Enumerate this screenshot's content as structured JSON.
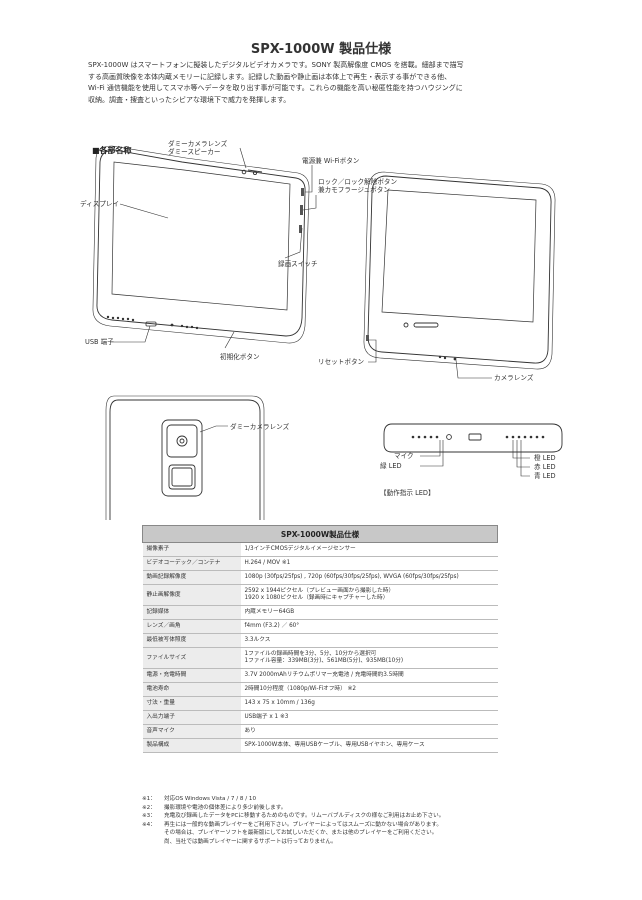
{
  "title": "SPX-1000W 製品仕様",
  "intro": [
    "SPX-1000W はスマートフォンに擬装したデジタルビデオカメラです。SONY 製高解像度 CMOS を搭載。細部まで描写",
    "する高画質映像を本体内蔵メモリーに記録します。記録した動画や静止画は本体上で再生・表示する事ができる他、",
    "Wi-Fi 通信機能を使用してスマホ等へデータを取り出す事が可能です。これらの機能を高い秘匿性能を持つハウジングに",
    "収納。調査・捜査といったシビアな環境下で威力を発揮します。"
  ],
  "section_heading": "■各部名称",
  "labels": {
    "dummy_lens_speaker": "ダミーカメラレンズ\nダミースピーカー",
    "power_wifi": "電源兼 Wi-Fiボタン",
    "lock_button": "ロック／ロック解除ボタン\n兼カモフラージュボタン",
    "display": "ディスプレイ",
    "record_switch": "録画スイッチ",
    "usb_port": "USB 端子",
    "init_button": "初期化ボタン",
    "reset_button": "リセットボタン",
    "camera_lens": "カメラレンズ",
    "dummy_lens": "ダミーカメラレンズ",
    "mic": "マイク",
    "green_led": "緑 LED",
    "orange_led": "橙 LED",
    "red_led": "赤 LED",
    "blue_led": "青 LED",
    "led_caption": "【動作指示 LED】"
  },
  "spec_table": {
    "title": "SPX-1000W製品仕様",
    "rows": [
      {
        "label": "撮像素子",
        "value": "1/3インチCMOSデジタルイメージセンサー"
      },
      {
        "label": "ビデオコーデック／コンテナ",
        "value": "H.264 / MOV ※1"
      },
      {
        "label": "動画記録解像度",
        "value": "1080p (30fps/25fps) , 720p (60fps/30fps/25fps), WVGA (60fps/30fps/25fps)"
      },
      {
        "label": "静止画解像度",
        "value": "2592 x 1944ピクセル（プレビュー画面から撮影した時）\n1920 x 1080ピクセル（録画時にキャプチャーした時）"
      },
      {
        "label": "記録媒体",
        "value": "内蔵メモリー64GB"
      },
      {
        "label": "レンズ／画角",
        "value": "f4mm (F3.2) ／ 60°"
      },
      {
        "label": "最低被写体照度",
        "value": "3.3ルクス"
      },
      {
        "label": "ファイルサイズ",
        "value": "1ファイルの録画時間を3分、5分、10分から選択可\n1ファイル容量：339MB(3分)、561MB(5分)、935MB(10分)"
      },
      {
        "label": "電源・充電時間",
        "value": "3.7V 2000mAhリチウムポリマー充電池 / 充電時間約3.5時間"
      },
      {
        "label": "電池寿命",
        "value": "2時間10分程度（1080p/Wi-Fiオフ時） ※2"
      },
      {
        "label": "寸法・重量",
        "value": "143 x 75 x 10mm / 136g"
      },
      {
        "label": "入出力端子",
        "value": "USB端子 x 1 ※3"
      },
      {
        "label": "音声マイク",
        "value": "あり"
      },
      {
        "label": "製品構成",
        "value": "SPX-1000W本体、専用USBケーブル、専用USBイヤホン、専用ケース"
      }
    ]
  },
  "notes": [
    {
      "mark": "※1：",
      "text": "対応OS Windows Vista / 7 / 8 / 10"
    },
    {
      "mark": "※2：",
      "text": "撮影環境や電池の個体差により多少前後します。"
    },
    {
      "mark": "※3：",
      "text": "充電及び録画したデータをPCに移動するためのものです。リムーバブルディスクの様なご利用はお止め下さい。"
    },
    {
      "mark": "※4：",
      "text": "再生には一般的な動画プレイヤーをご利用下さい。プレイヤーによってはスムーズに動かない場合があります。\nその場合は、プレイヤーソフトを最新版にしてお試しいただくか、または他のプレイヤーをご利用ください。\n尚、当社では動画プレイヤーに関するサポートは行っておりません。"
    }
  ]
}
